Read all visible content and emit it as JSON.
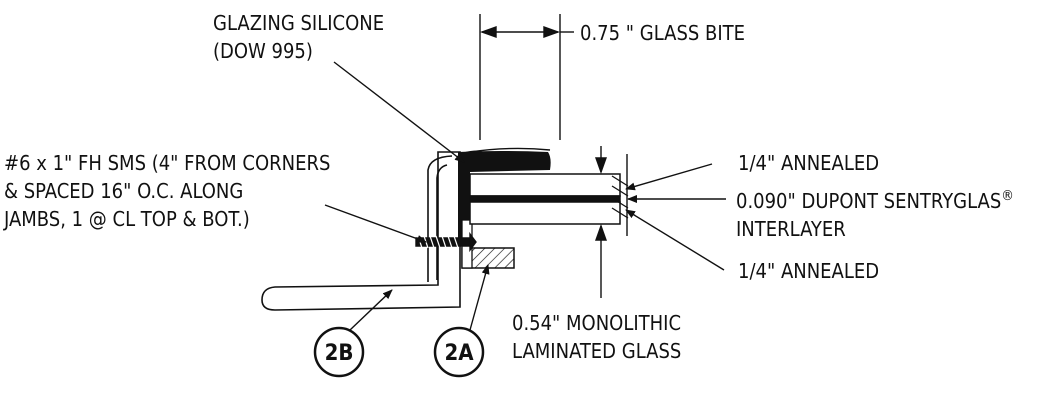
{
  "colors": {
    "ink": "#111111",
    "paper": "#ffffff"
  },
  "labels": {
    "silicone_line1": "GLAZING SILICONE",
    "silicone_line2": "(DOW 995)",
    "glass_bite": "0.75 \" GLASS BITE",
    "screw_line1": "#6 x 1\" FH SMS (4\" FROM CORNERS",
    "screw_line2": "& SPACED 16\" O.C. ALONG",
    "screw_line3": "JAMBS, 1 @ CL TOP & BOT.)",
    "annealed_top": "1/4\" ANNEALED",
    "interlayer_line1": "0.090\" DUPONT SENTRYGLAS",
    "interlayer_registered": "®",
    "interlayer_line2": "INTERLAYER",
    "annealed_bottom": "1/4\" ANNEALED",
    "monolithic_line1": "0.54\" MONOLITHIC",
    "monolithic_line2": "LAMINATED GLASS"
  },
  "tags": {
    "tag_2b": "2B",
    "tag_2a": "2A"
  }
}
